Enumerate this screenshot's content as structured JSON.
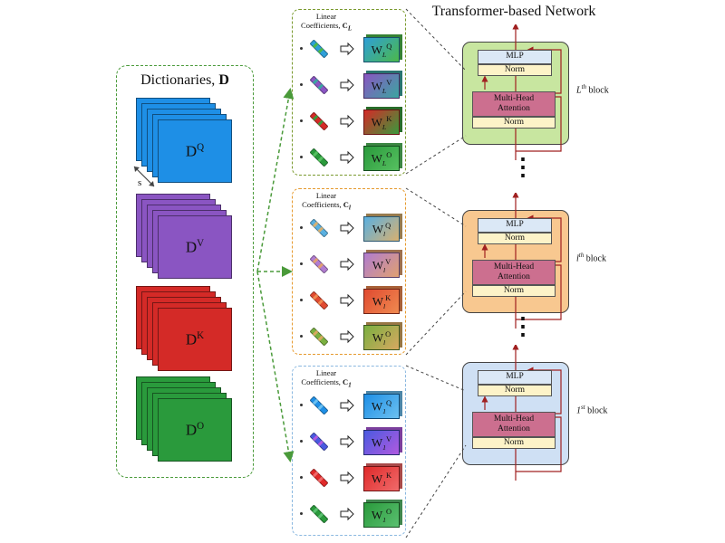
{
  "dictionary": {
    "title": "Dictionaries, ",
    "title_bold": "D",
    "stride_label": "s",
    "stacks": [
      {
        "base": "D",
        "sup": "Q",
        "color": "#1e8fe6"
      },
      {
        "base": "D",
        "sup": "V",
        "color": "#8a55c2"
      },
      {
        "base": "D",
        "sup": "K",
        "color": "#d42a27"
      },
      {
        "base": "D",
        "sup": "O",
        "color": "#2a9a3c"
      }
    ]
  },
  "coefficients": [
    {
      "label_line1": "Linear",
      "label_line2": "Coefficients, ",
      "symbol": "C",
      "sub": "L",
      "border": "#7a9a2e",
      "weights": [
        {
          "base": "W",
          "sub": "L",
          "sup": "Q",
          "from": "#2e9fd8",
          "to": "#4cb84a"
        },
        {
          "base": "W",
          "sub": "L",
          "sup": "V",
          "from": "#8a55c2",
          "to": "#3aa6a0"
        },
        {
          "base": "W",
          "sub": "L",
          "sup": "K",
          "from": "#d42a27",
          "to": "#3a9a3c"
        },
        {
          "base": "W",
          "sub": "L",
          "sup": "O",
          "from": "#2a9a3c",
          "to": "#56c060"
        }
      ]
    },
    {
      "label_line1": "Linear",
      "label_line2": "Coefficients, ",
      "symbol": "C",
      "sub": "l",
      "border": "#e69a2e",
      "weights": [
        {
          "base": "W",
          "sub": "l",
          "sup": "Q",
          "from": "#5ab0e0",
          "to": "#d8b070"
        },
        {
          "base": "W",
          "sub": "l",
          "sup": "V",
          "from": "#b07cd0",
          "to": "#e0a070"
        },
        {
          "base": "W",
          "sub": "l",
          "sup": "K",
          "from": "#e04a30",
          "to": "#f08a50"
        },
        {
          "base": "W",
          "sub": "l",
          "sup": "O",
          "from": "#7ab040",
          "to": "#d8a860"
        }
      ]
    },
    {
      "label_line1": "Linear",
      "label_line2": "Coefficients, ",
      "symbol": "C",
      "sub": "1",
      "border": "#8ab8e0",
      "weights": [
        {
          "base": "W",
          "sub": "1",
          "sup": "Q",
          "from": "#1e8fe6",
          "to": "#6cc0f0"
        },
        {
          "base": "W",
          "sub": "1",
          "sup": "V",
          "from": "#4a5ae0",
          "to": "#b05ae0"
        },
        {
          "base": "W",
          "sub": "1",
          "sup": "K",
          "from": "#e02a2a",
          "to": "#f06a6a"
        },
        {
          "base": "W",
          "sub": "1",
          "sup": "O",
          "from": "#2a9a3c",
          "to": "#5ac070"
        }
      ]
    }
  ],
  "network": {
    "title": "Transformer-based Network",
    "blocks": [
      {
        "label_base": "L",
        "label_sup": "th",
        "label_suffix": " block",
        "bg": "#c8e6a0",
        "mlp": "MLP",
        "norm_top": "Norm",
        "mha_line1": "Multi-Head",
        "mha_line2": "Attention",
        "norm_bottom": "Norm"
      },
      {
        "label_base": "l",
        "label_sup": "th",
        "label_suffix": " block",
        "bg": "#f8c890",
        "mlp": "MLP",
        "norm_top": "Norm",
        "mha_line1": "Multi-Head",
        "mha_line2": "Attention",
        "norm_bottom": "Norm"
      },
      {
        "label_base": "1",
        "label_sup": "st",
        "label_suffix": " block",
        "bg": "#cfe0f4",
        "mlp": "MLP",
        "norm_top": "Norm",
        "mha_line1": "Multi-Head",
        "mha_line2": "Attention",
        "norm_bottom": "Norm"
      }
    ]
  }
}
